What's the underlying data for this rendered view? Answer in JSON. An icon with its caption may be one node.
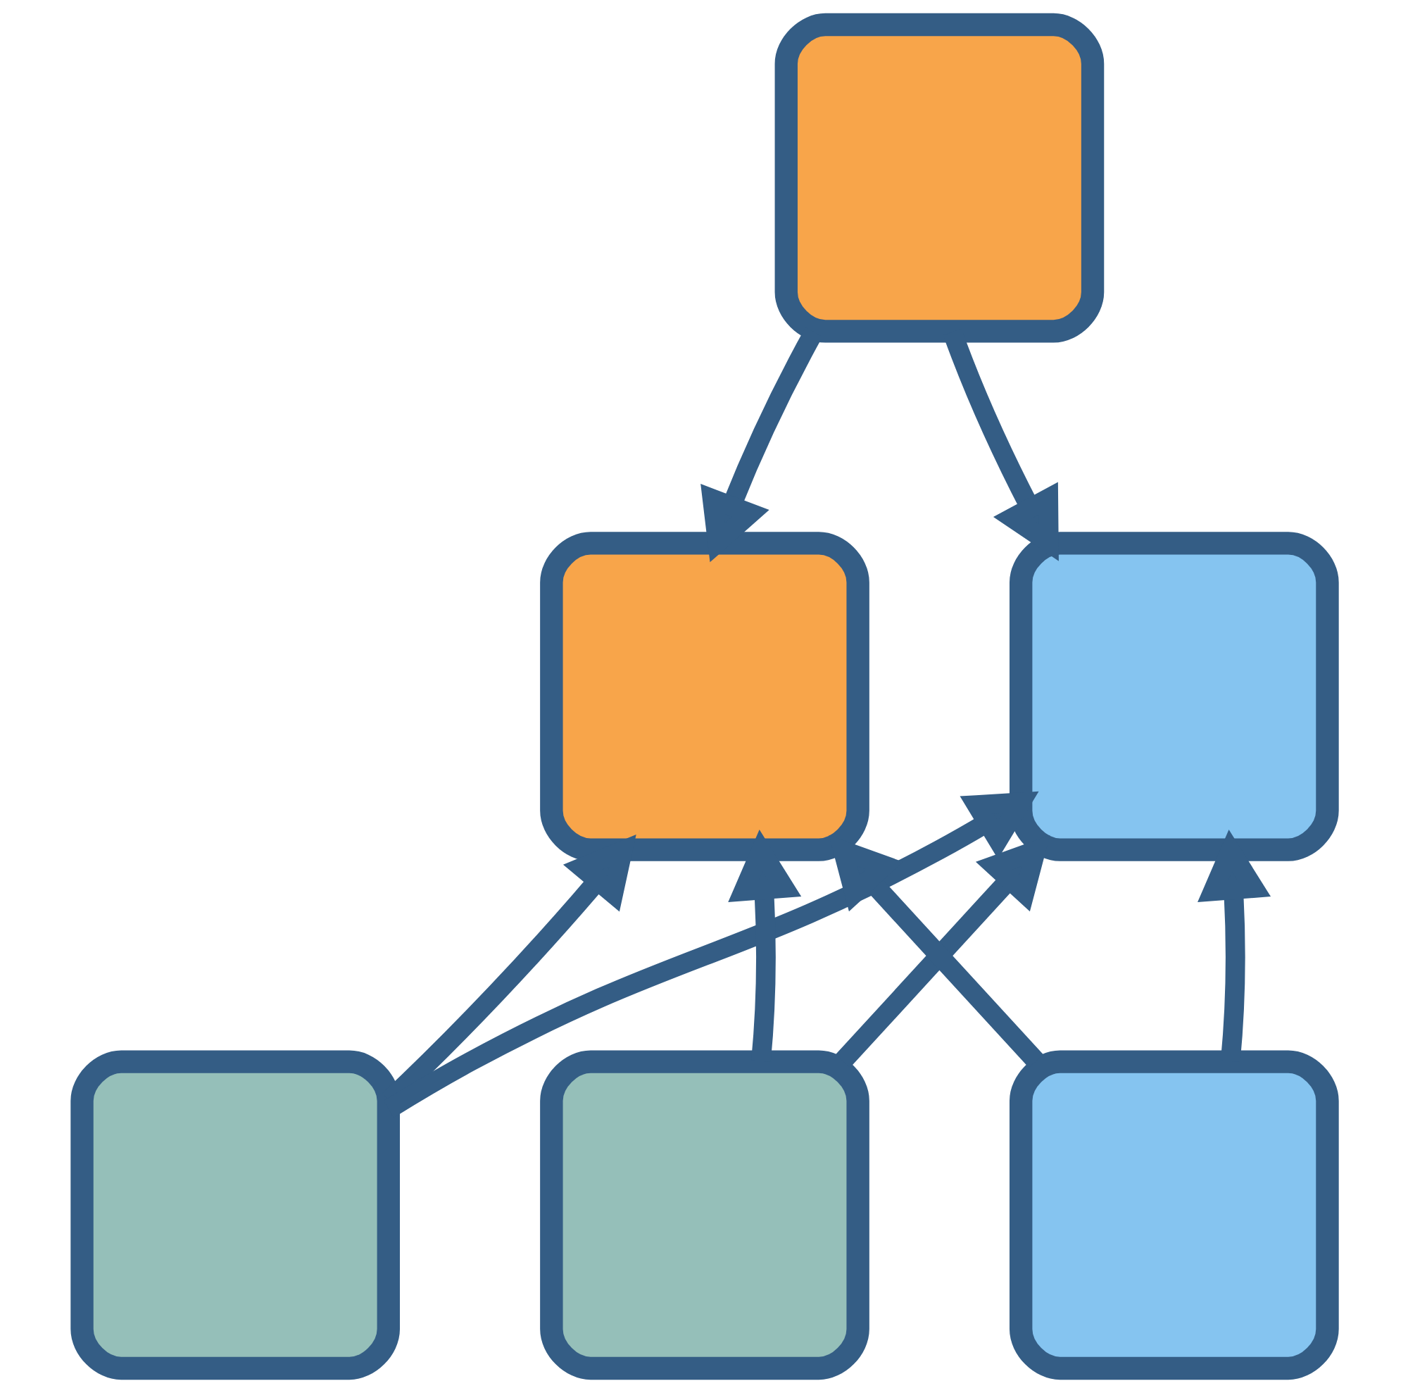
{
  "diagram": {
    "nodes": [
      {
        "text": [],
        "shape": "box"
      },
      {
        "text": [],
        "shape": "box"
      },
      {
        "text": [],
        "shape": "box"
      },
      {
        "text": [],
        "shape": "box"
      },
      {
        "text": [],
        "shape": "box"
      },
      {
        "text": [],
        "shape": "box"
      }
    ],
    "edges": [
      {
        "from": 0,
        "to": 1,
        "arrow": "to"
      },
      {
        "from": 0,
        "to": 2,
        "arrow": "to"
      },
      {
        "from": 3,
        "to": 1,
        "arrow": "to"
      },
      {
        "from": 3,
        "to": 2,
        "arrow": "to"
      },
      {
        "from": 4,
        "to": 1,
        "arrow": "to"
      },
      {
        "from": 4,
        "to": 2,
        "arrow": "to"
      },
      {
        "from": 5,
        "to": 1,
        "arrow": "to"
      },
      {
        "from": 5,
        "to": 2,
        "arrow": "to"
      }
    ]
  }
}
